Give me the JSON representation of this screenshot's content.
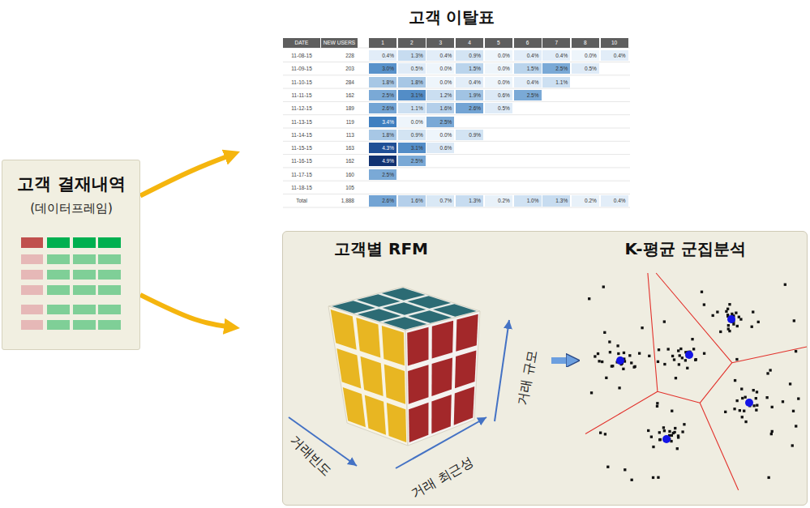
{
  "diagram": {
    "nodes": [
      {
        "text": [
          "고객 결재내역",
          "(데이터프레임)"
        ]
      },
      {
        "text": [
          "고객 이탈표"
        ]
      },
      {
        "text": [
          "고객별 RFM"
        ]
      },
      {
        "text": [
          "K-평균 군집분석"
        ]
      }
    ],
    "edges": [
      {
        "from": 0,
        "to": 1,
        "arrow": "to"
      },
      {
        "from": 0,
        "to": 2,
        "arrow": "to"
      },
      {
        "from": 2,
        "to": 3,
        "arrow": "to"
      }
    ],
    "labels": [
      "DATE",
      "NEW USERS",
      "1",
      "2",
      "3",
      "4",
      "5",
      "6",
      "7",
      "8",
      "10",
      "11-08-15",
      "228",
      "0.4%",
      "1.3%",
      "0.4%",
      "0.9%",
      "0.0%",
      "0.4%",
      "0.4%",
      "0.0%",
      "0.4%",
      "11-09-15",
      "203",
      "3.0%",
      "0.5%",
      "0.0%",
      "1.5%",
      "0.0%",
      "1.5%",
      "2.5%",
      "0.5%",
      "11-10-15",
      "284",
      "1.8%",
      "1.8%",
      "0.0%",
      "0.4%",
      "0.0%",
      "0.4%",
      "1.1%",
      "11-11-15",
      "162",
      "2.5%",
      "3.1%",
      "1.2%",
      "1.9%",
      "0.6%",
      "2.5%",
      "11-12-15",
      "189",
      "2.6%",
      "1.1%",
      "1.6%",
      "2.6%",
      "0.5%",
      "11-13-15",
      "119",
      "3.4%",
      "0.0%",
      "2.5%",
      "11-14-15",
      "113",
      "1.8%",
      "0.9%",
      "0.0%",
      "0.9%",
      "11-15-15",
      "163",
      "4.3%",
      "3.1%",
      "0.6%",
      "11-16-15",
      "162",
      "4.9%",
      "2.5%",
      "11-17-15",
      "160",
      "2.5%",
      "11-18-15",
      "105",
      "Total",
      "1,888",
      "2.6%",
      "1.6%",
      "0.7%",
      "1.3%",
      "0.2%",
      "1.0%",
      "1.3%",
      "0.2%",
      "0.4%",
      "거래빈도",
      "거래 최근성",
      "거래 규모"
    ]
  }
}
